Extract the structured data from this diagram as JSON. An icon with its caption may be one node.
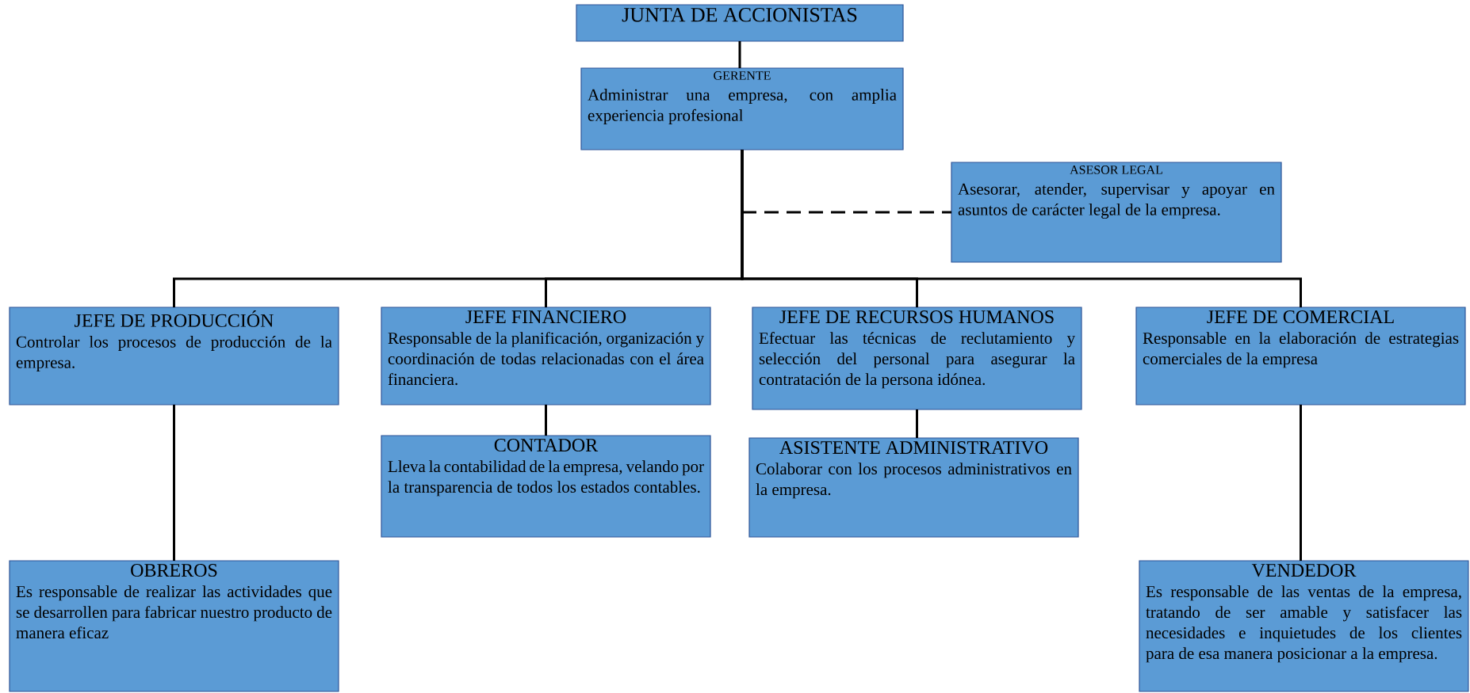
{
  "diagram": {
    "nodes": [
      {
        "text": [
          "JUNTA DE ACCIONISTAS"
        ]
      },
      {
        "text": [
          "GERENTE",
          "Administrar una empresa, con amplia experiencia profesional"
        ]
      },
      {
        "text": [
          "ASESOR LEGAL",
          "Asesorar, atender, supervisar y apoyar en asuntos de carácter legal de la empresa."
        ]
      },
      {
        "text": [
          "JEFE DE PRODUCCIÓN",
          "Controlar los procesos de producción de la empresa."
        ]
      },
      {
        "text": [
          "JEFE FINANCIERO",
          "Responsable de la planificación, organización y coordinación de todas relacionadas con el área financiera."
        ]
      },
      {
        "text": [
          "JEFE DE RECURSOS HUMANOS",
          "Efectuar las técnicas de reclutamiento y selección del personal para asegurar la contratación de la persona idónea."
        ]
      },
      {
        "text": [
          "JEFE DE COMERCIAL",
          "Responsable en la elaboración de estrategias comerciales de la empresa"
        ]
      },
      {
        "text": [
          "CONTADOR",
          "Lleva la contabilidad de la empresa, velando por la transparencia de todos los estados contables."
        ]
      },
      {
        "text": [
          "ASISTENTE ADMINISTRATIVO",
          "Colaborar con los procesos administrativos en la empresa."
        ]
      },
      {
        "text": [
          "OBREROS",
          "Es responsable de realizar las actividades que se desarrollen para fabricar nuestro producto de manera eficaz"
        ]
      },
      {
        "text": [
          "VENDEDOR",
          "Es responsable de las ventas de la empresa, tratando de ser amable y satisfacer las necesidades e inquietudes de los clientes para de esa manera posicionar a la empresa."
        ]
      }
    ],
    "edges": [
      {
        "from": 0,
        "to": 1,
        "arrow": "none"
      },
      {
        "from": 1,
        "to": 2,
        "arrow": "none",
        "style": "dashed"
      },
      {
        "from": 1,
        "to": 3,
        "arrow": "none"
      },
      {
        "from": 1,
        "to": 4,
        "arrow": "none"
      },
      {
        "from": 1,
        "to": 5,
        "arrow": "none"
      },
      {
        "from": 1,
        "to": 6,
        "arrow": "none"
      },
      {
        "from": 4,
        "to": 7,
        "arrow": "none"
      },
      {
        "from": 5,
        "to": 8,
        "arrow": "none"
      },
      {
        "from": 3,
        "to": 9,
        "arrow": "none"
      },
      {
        "from": 6,
        "to": 10,
        "arrow": "none"
      }
    ]
  }
}
